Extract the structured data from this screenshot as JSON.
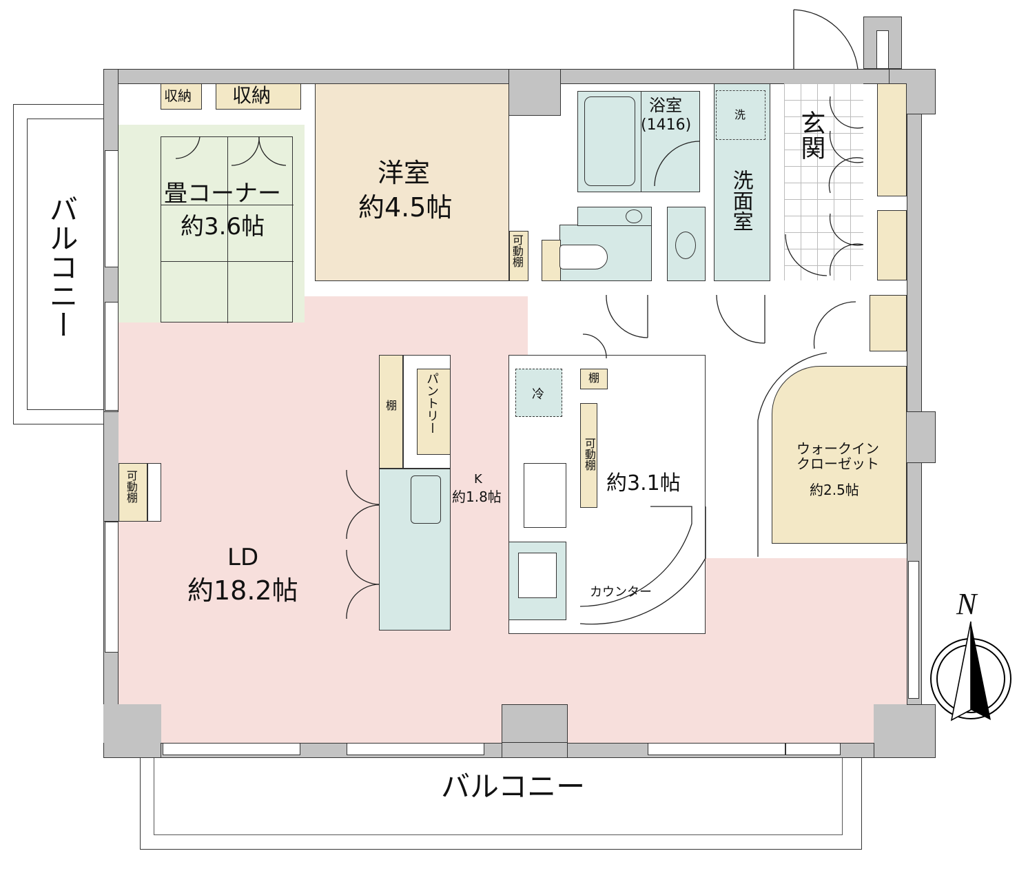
{
  "floorplan": {
    "rooms": {
      "tatami_corner": {
        "name": "畳コーナー",
        "area": "約3.6帖"
      },
      "western_room": {
        "name": "洋室",
        "area": "約4.5帖"
      },
      "bathroom": {
        "name": "浴室",
        "size": "(1416)"
      },
      "washroom": {
        "name": "洗面室"
      },
      "entrance": {
        "name": "玄関"
      },
      "ld": {
        "name": "LD",
        "area": "約18.2帖"
      },
      "kitchen": {
        "name": "K",
        "area": "約1.8帖"
      },
      "den": {
        "area": "約3.1帖"
      },
      "walk_in_closet": {
        "name": "ウォークイン\nクローゼット",
        "area": "約2.5帖"
      }
    },
    "fixtures": {
      "storage_small": "収納",
      "storage_large": "収納",
      "movable_shelf_western": "可動棚",
      "movable_shelf_ld": "可動棚",
      "movable_shelf_den": "可動棚",
      "shelf_kitchen": "棚",
      "shelf_den": "棚",
      "pantry": "パントリー",
      "fridge": "冷",
      "washer": "洗",
      "counter": "カウンター"
    },
    "balconies": {
      "west": "バルコニー",
      "south": "バルコニー"
    },
    "compass": {
      "label": "N"
    }
  },
  "colors": {
    "wall": "#c3c3c3",
    "ld_floor": "#f7dfdc",
    "tatami": "#e8f1dd",
    "western_room": "#f3e6cf",
    "wet_area": "#d6e9e6",
    "storage": "#f3e8c6"
  }
}
